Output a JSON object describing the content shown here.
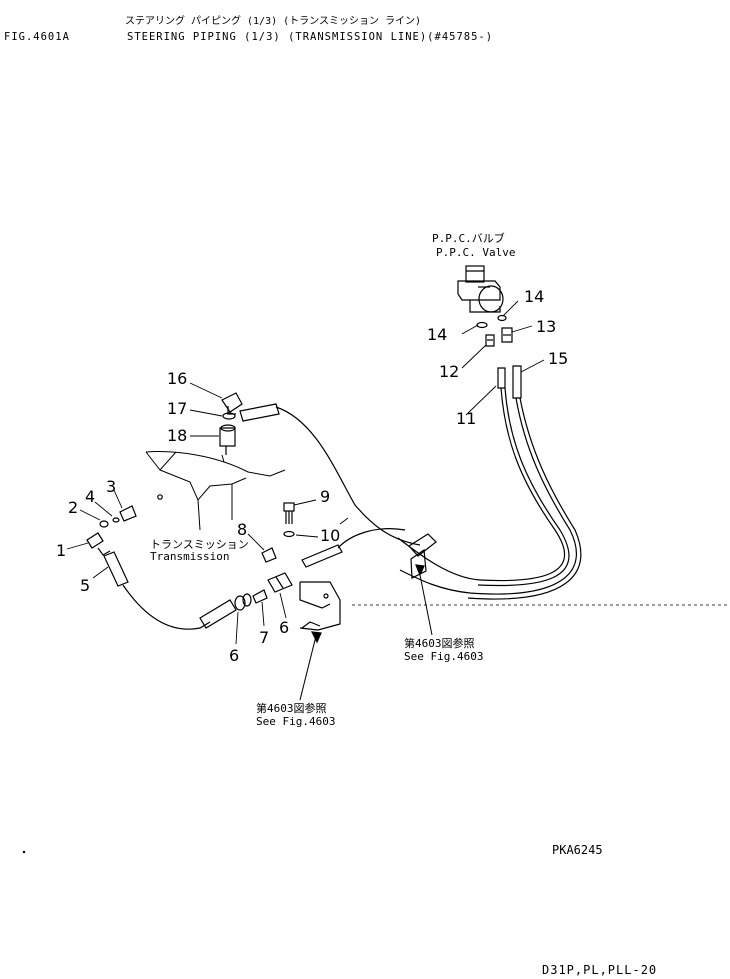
{
  "header": {
    "title_jp": "ステアリング パイピング (1/3) (トランスミッション ライン)",
    "fig_id": "FIG.4601A",
    "title_en": "STEERING PIPING (1/3) (TRANSMISSION LINE)(#45785-)"
  },
  "labels": {
    "ppc_valve_jp": "P.P.C.バルブ",
    "ppc_valve_en": "P.P.C. Valve",
    "transmission_jp": "トランスミッション",
    "transmission_en": "Transmission",
    "see_fig_jp": "第4603図参照",
    "see_fig_en": "See Fig.4603"
  },
  "callouts": {
    "n1": "1",
    "n2": "2",
    "n3": "3",
    "n4": "4",
    "n5": "5",
    "n6a": "6",
    "n6b": "6",
    "n7": "7",
    "n8": "8",
    "n9": "9",
    "n10": "10",
    "n11": "11",
    "n12": "12",
    "n13": "13",
    "n14a": "14",
    "n14b": "14",
    "n15": "15",
    "n16": "16",
    "n17": "17",
    "n18": "18"
  },
  "drawing_code": "PKA6245",
  "footer": "D31P,PL,PLL-20"
}
